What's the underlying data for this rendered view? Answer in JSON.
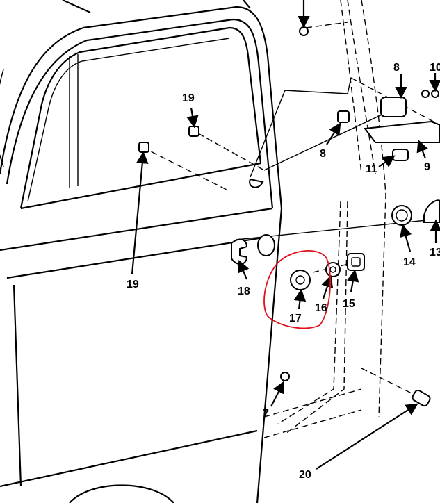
{
  "diagram": {
    "callouts": {
      "c19_top": "19",
      "c19_left": "19",
      "c8_upper": "8",
      "c8_lower": "8",
      "c10": "10",
      "c9": "9",
      "c11": "11",
      "c18": "18",
      "c17": "17",
      "c16": "16",
      "c15": "15",
      "c14": "14",
      "c13": "13",
      "c7": "7",
      "c20": "20"
    },
    "highlight_color": "#e0101a"
  }
}
